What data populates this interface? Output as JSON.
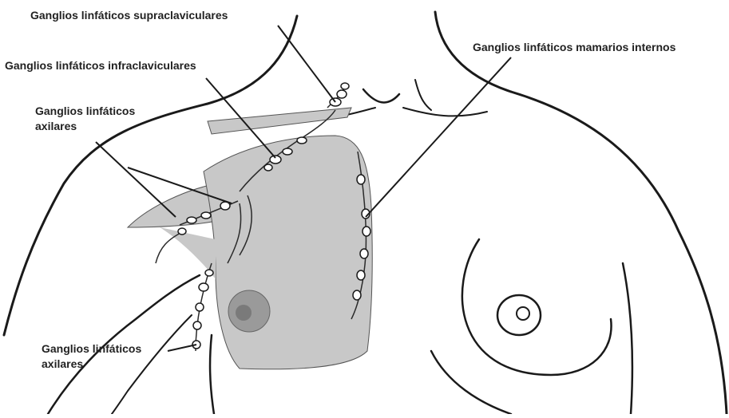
{
  "labels": {
    "supraclavicular": "Ganglios linfáticos supraclaviculares",
    "infraclavicular": "Ganglios linfáticos infraclaviculares",
    "axillary_upper": [
      "Ganglios linfáticos",
      "axilares"
    ],
    "internal_mammary": "Ganglios linfáticos mamarios internos",
    "axillary_lower": [
      "Ganglios linfáticos",
      "axilares"
    ]
  },
  "colors": {
    "outline": "#1a1a1a",
    "tissue_fill": "#c8c8c8",
    "areola_fill": "#9a9a9a",
    "node_fill": "#ffffff"
  }
}
